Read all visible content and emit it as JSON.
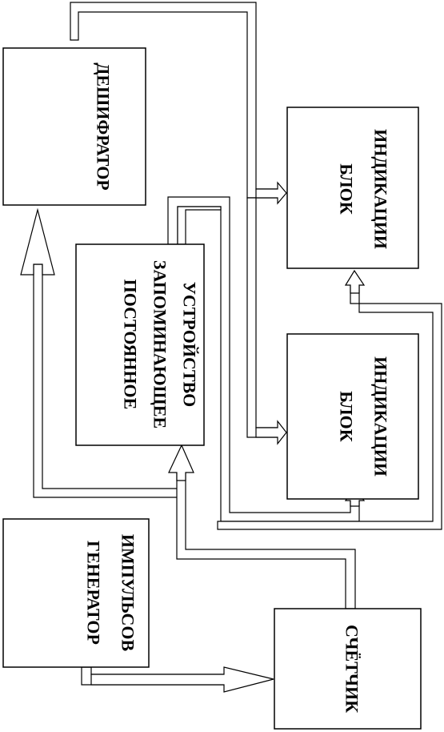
{
  "blocks": {
    "decoder": "ДЕШИФРАТОР",
    "rom": [
      "ПОСТОЯННОЕ",
      "ЗАПОМИНАЮЩЕЕ",
      "УСТРОЙСТВО"
    ],
    "indicator_top": [
      "БЛОК",
      "ИНДИКАЦИИ"
    ],
    "indicator_bottom": [
      "БЛОК",
      "ИНДИКАЦИИ"
    ],
    "generator": [
      "ГЕНЕРАТОР",
      "ИМПУЛЬСОВ"
    ],
    "counter": "СЧЁТЧИК"
  }
}
